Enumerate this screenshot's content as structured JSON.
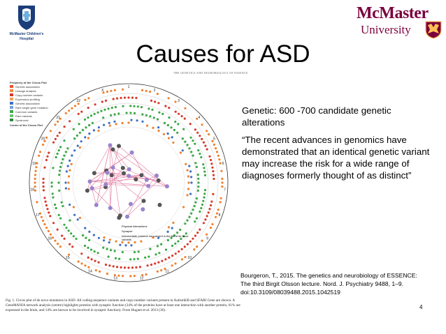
{
  "logos": {
    "left": {
      "line1": "McMaster Children's",
      "line2": "Hospital"
    },
    "right": {
      "name": "McMaster",
      "subtitle": "University"
    }
  },
  "slide": {
    "title": "Causes for ASD",
    "body": [
      "Genetic: 600 -700 candidate genetic alterations",
      "“The recent advances in genomics have demonstrated that an identical genetic variant may increase the risk for a wide range of diagnoses formerly thought of as distinct”"
    ],
    "reference": [
      "Bourgeron, T., 2015. The genetics and neurobiology of ESSENCE:",
      "The third Birgit Olsson lecture. Nord. J. Psychiatry 9488, 1–9.",
      "doi:10.3109/08039488.2015.1042519"
    ],
    "page_number": "4"
  },
  "figure": {
    "header": "THE GENETICS AND NEUROBIOLOGY OF ESSENCE",
    "legend": {
      "periphery_title": "Periphery of the Circos Plot",
      "periphery_items": [
        {
          "label": "Genetic association",
          "color": "#e8542d"
        },
        {
          "label": "Linkage analysis",
          "color": "#f28b3c"
        },
        {
          "label": "Copy-number variants",
          "color": "#d9342b"
        },
        {
          "label": "Expression profiling",
          "color": "#f5a05a"
        },
        {
          "label": "Genetic association",
          "color": "#3a6fc4"
        },
        {
          "label": "Rare single gene mutation",
          "color": "#6fa0e0"
        },
        {
          "label": "Common variants",
          "color": "#3aa845"
        },
        {
          "label": "Rare variants",
          "color": "#6cc46e"
        },
        {
          "label": "Syndromic",
          "color": "#2e8a3b"
        }
      ],
      "centre_title": "Centre of the Circos Plot",
      "network_items": [
        {
          "label": "Physical interactions",
          "color": "#e07aa0"
        },
        {
          "label": "Synapse",
          "color": "#7a5fb0"
        },
        {
          "label": "Intermediate proteins not present in the list of de novo variants",
          "color": "#555555"
        }
      ]
    },
    "chromosome_labels": [
      "1",
      "2",
      "3",
      "4",
      "5",
      "6",
      "7",
      "8",
      "9",
      "10",
      "11",
      "12",
      "13",
      "14",
      "15",
      "16",
      "17",
      "18",
      "19",
      "20",
      "21",
      "22",
      "X"
    ],
    "caption": "Fig. 1. Circos plot of de novo mutations in ASD. All coding-sequence variants and copy-number variants present in AutismKB and SFARI Gene are shown. A GeneMANIA network analysis (centre) highlights proteins with synaptic function (34% of the proteins have at least one interaction with another protein, 61% are expressed in the brain, and 14% are known to be involved in synaptic function). From Huguet et al. 2013 (36)."
  },
  "colors": {
    "orange": "#f0812f",
    "red": "#d63a2c",
    "green": "#3aa845",
    "blue": "#3a6fc4",
    "pink": "#e07aa0",
    "purple": "#9a84cc",
    "mcmaster_maroon": "#7a003c",
    "mcmaster_gold": "#fdbf57",
    "hospital_blue": "#1b3d7a"
  }
}
